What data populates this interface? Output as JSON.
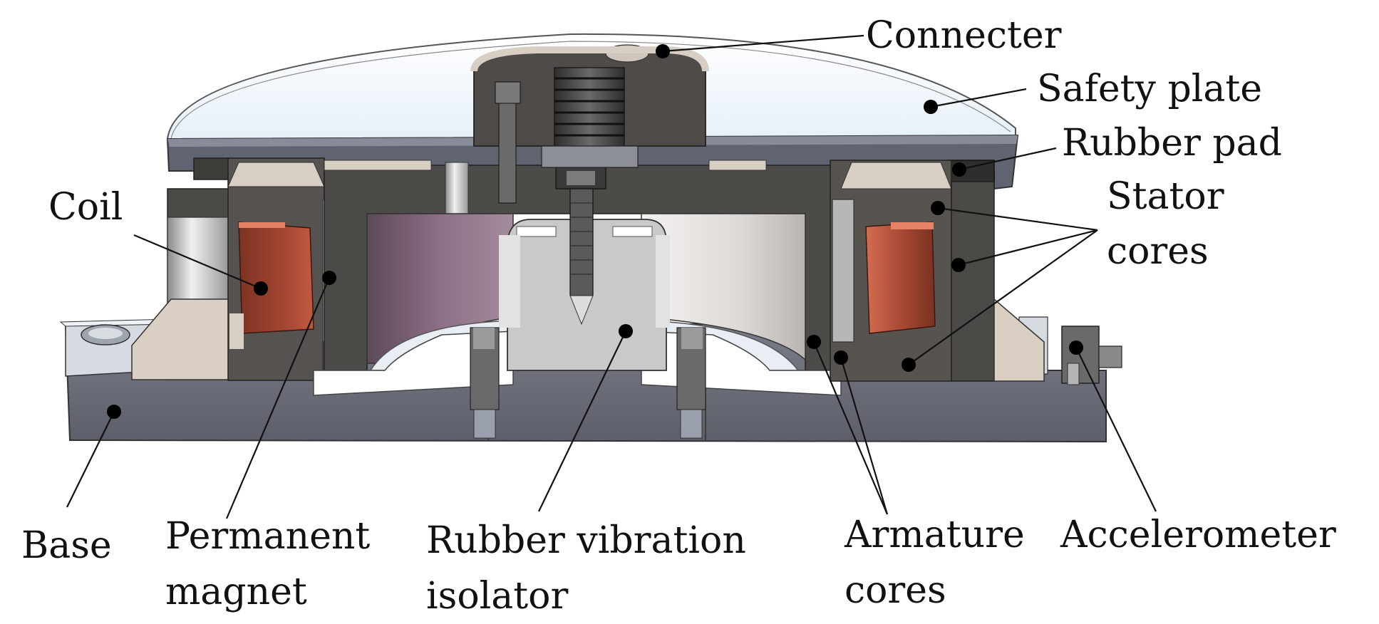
{
  "labels": {
    "connecter": "Connecter",
    "safety_plate": "Safety plate",
    "rubber_pad": "Rubber pad",
    "stator_cores_1": "Stator",
    "stator_cores_2": "cores",
    "coil": "Coil",
    "base": "Base",
    "permanent_magnet_1": "Permanent",
    "permanent_magnet_2": "magnet",
    "rubber_vibration_isolator_1": "Rubber vibration",
    "rubber_vibration_isolator_2": "isolator",
    "armature_cores_1": "Armature",
    "armature_cores_2": "cores",
    "accelerometer": "Accelerometer"
  },
  "colors": {
    "dark_steel": "#4a4845",
    "mid_steel": "#6e6c68",
    "base_slate": "#6a6d78",
    "light_beige": "#d8cfc4",
    "coil_copper": "#9c4330",
    "coil_highlight": "#d9694d",
    "isolator_grey": "#c8c8c8",
    "safety_plate_fill": "#f2f8fc",
    "cavity_purple": "#85677d",
    "cavity_light": "#e4e1de"
  }
}
